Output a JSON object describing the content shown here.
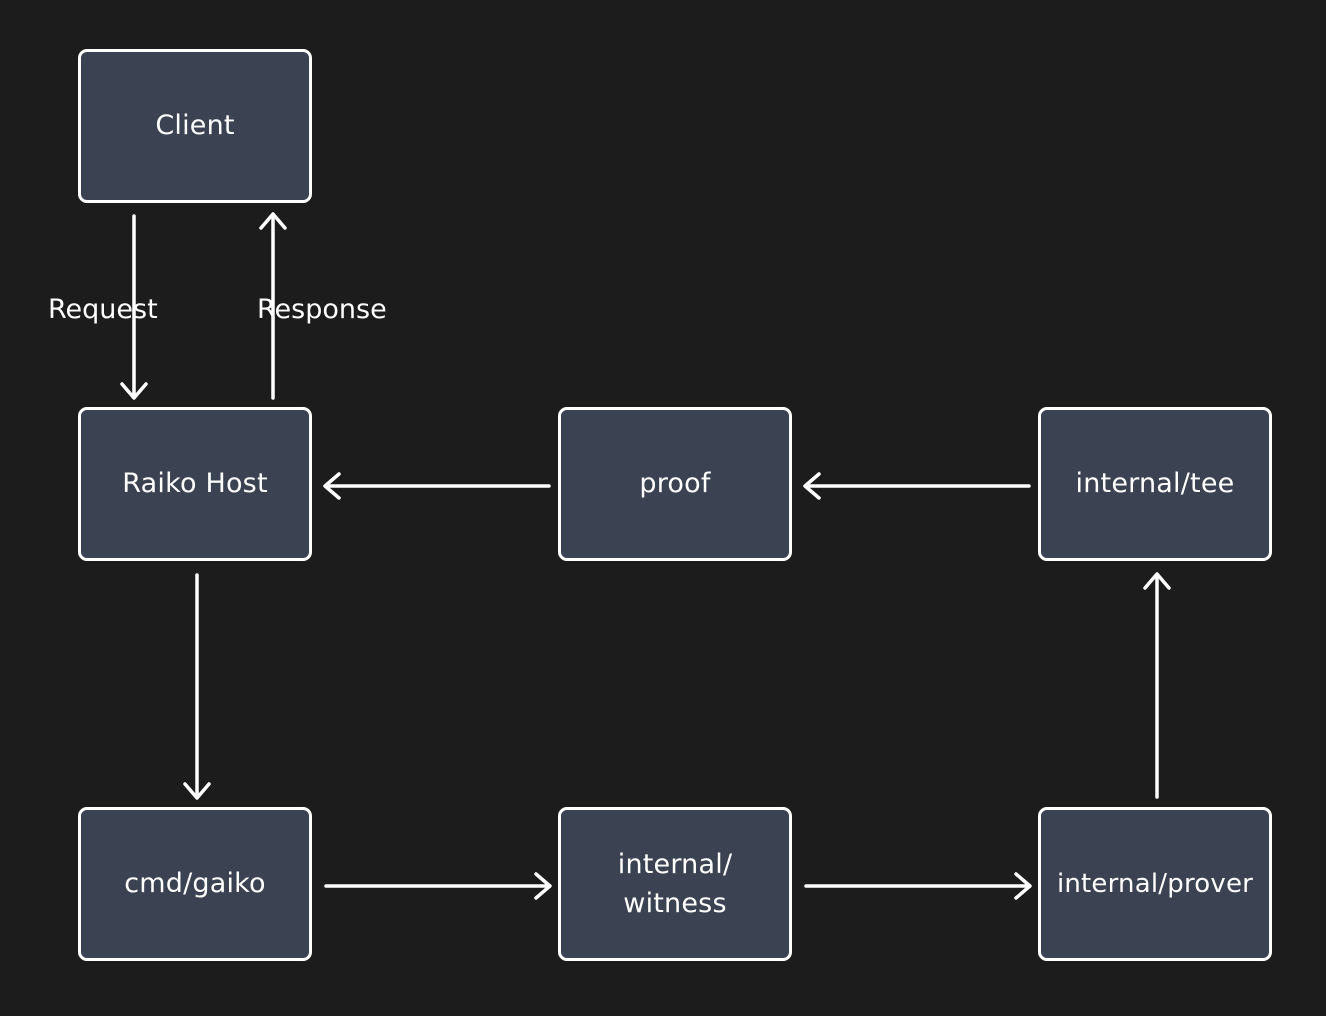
{
  "diagram": {
    "nodes": [
      {
        "id": "client",
        "label": "Client"
      },
      {
        "id": "raiko-host",
        "label": "Raiko Host"
      },
      {
        "id": "proof",
        "label": "proof"
      },
      {
        "id": "internal-tee",
        "label": "internal/tee"
      },
      {
        "id": "cmd-gaiko",
        "label": "cmd/gaiko"
      },
      {
        "id": "internal-witness",
        "label_line1": "internal/",
        "label_line2": "witness"
      },
      {
        "id": "internal-prover",
        "label": "internal/prover"
      }
    ],
    "edges": [
      {
        "from": "client",
        "to": "raiko-host",
        "label": "Request"
      },
      {
        "from": "raiko-host",
        "to": "client",
        "label": "Response"
      },
      {
        "from": "raiko-host",
        "to": "cmd-gaiko",
        "label": ""
      },
      {
        "from": "cmd-gaiko",
        "to": "internal-witness",
        "label": ""
      },
      {
        "from": "internal-witness",
        "to": "internal-prover",
        "label": ""
      },
      {
        "from": "internal-prover",
        "to": "internal-tee",
        "label": ""
      },
      {
        "from": "internal-tee",
        "to": "proof",
        "label": ""
      },
      {
        "from": "proof",
        "to": "raiko-host",
        "label": ""
      }
    ],
    "colors": {
      "background": "#1c1c1c",
      "node_fill": "#3b4352",
      "stroke": "#ffffff",
      "text": "#ffffff"
    }
  }
}
